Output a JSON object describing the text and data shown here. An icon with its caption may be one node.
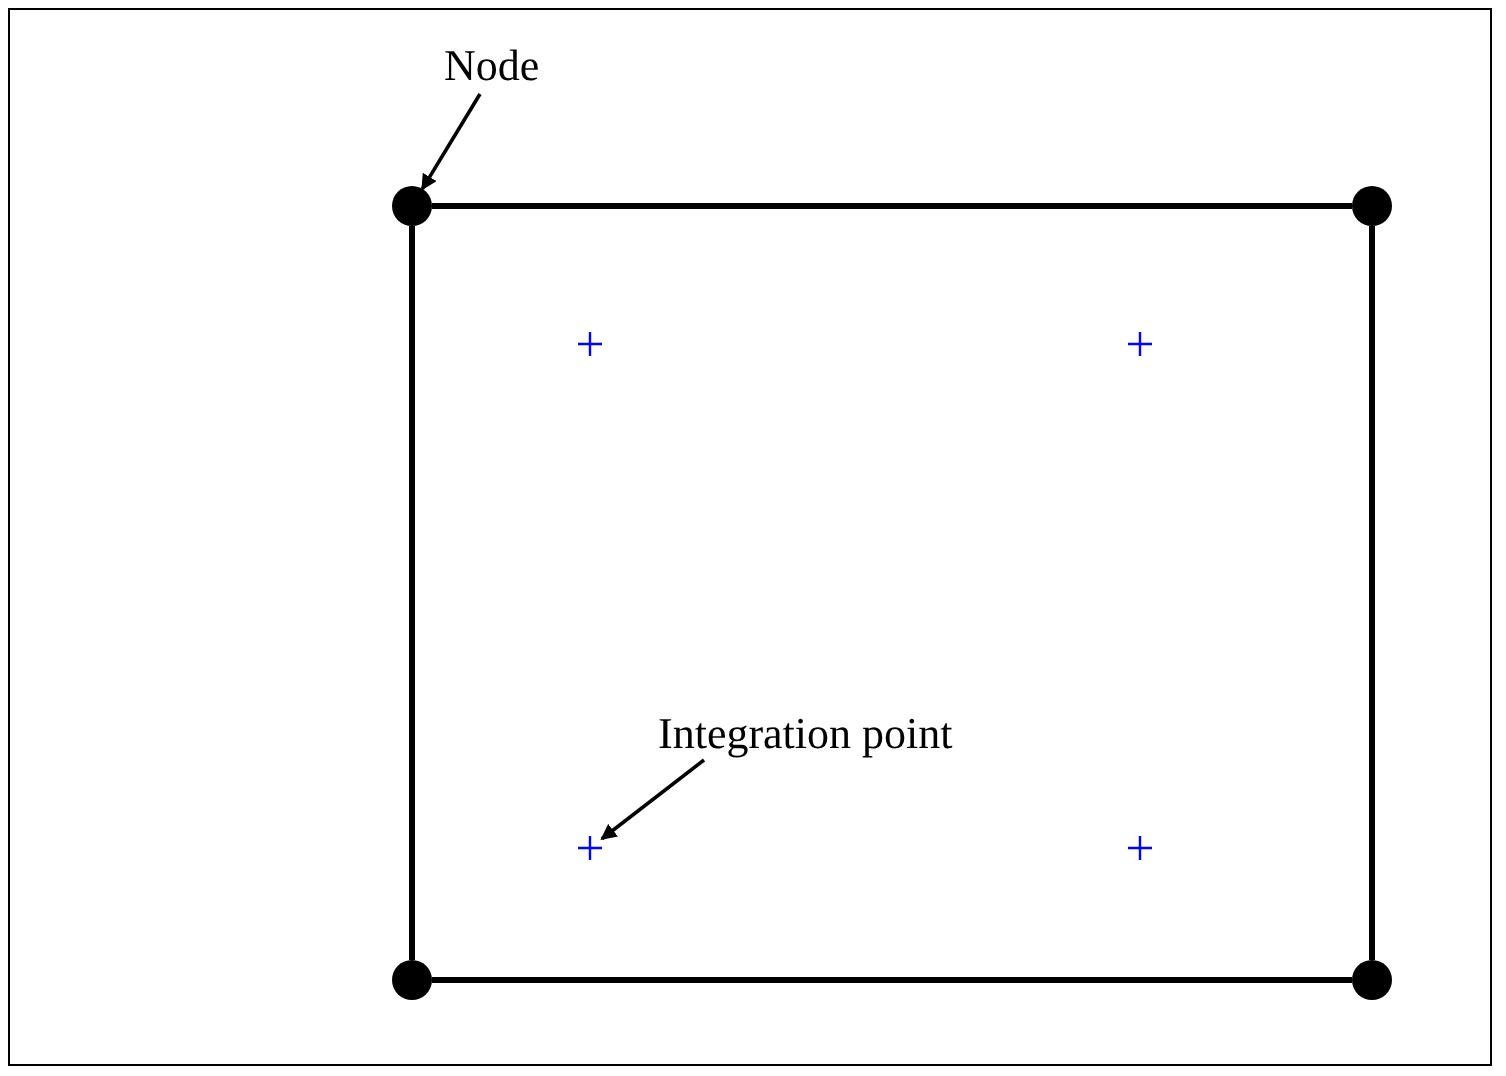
{
  "diagram": {
    "nodes": [
      {
        "text": [
          "Node"
        ]
      },
      {
        "text": [],
        "shape": "circle"
      },
      {
        "text": [],
        "shape": "circle"
      },
      {
        "text": [],
        "shape": "cross"
      },
      {
        "text": [],
        "shape": "cross"
      },
      {
        "text": [
          "Integration point"
        ]
      },
      {
        "text": [],
        "shape": "cross"
      },
      {
        "text": [],
        "shape": "cross"
      },
      {
        "text": [],
        "shape": "circle"
      },
      {
        "text": [],
        "shape": "circle"
      }
    ],
    "edges": [
      {
        "from": 0,
        "to": 1,
        "arrow": "to"
      },
      {
        "from": 5,
        "to": 6,
        "arrow": "to"
      },
      {
        "from": 1,
        "to": 2,
        "arrow": "none"
      },
      {
        "from": 2,
        "to": 9,
        "arrow": "none"
      },
      {
        "from": 9,
        "to": 8,
        "arrow": "none"
      },
      {
        "from": 8,
        "to": 1,
        "arrow": "none"
      }
    ]
  }
}
